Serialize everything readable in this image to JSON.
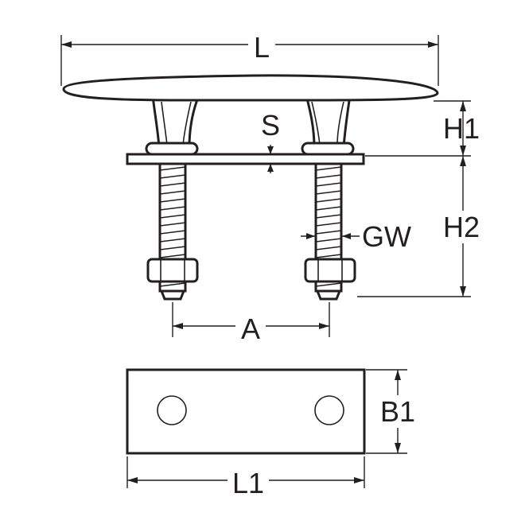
{
  "labels": {
    "L": "L",
    "S": "S",
    "H1": "H1",
    "H2": "H2",
    "GW": "GW",
    "A": "A",
    "B1": "B1",
    "L1": "L1"
  },
  "colors": {
    "ink": "#231f20",
    "background": "#ffffff"
  }
}
